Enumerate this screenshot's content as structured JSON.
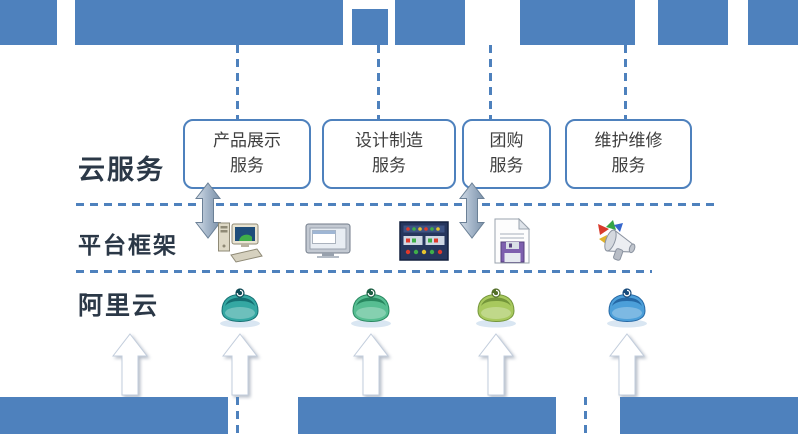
{
  "colors": {
    "brand_blue": "#4E81BD",
    "label_text": "#2B3847",
    "box_text": "#3F3F3F",
    "arrow_gray": "#9FB0C4"
  },
  "layers": {
    "cloud_services": {
      "label": "云服务"
    },
    "platform_framework": {
      "label": "平台框架"
    },
    "alicloud": {
      "label": "阿里云"
    }
  },
  "service_boxes": [
    {
      "name": "product-display-service",
      "line1": "产品展示",
      "line2": "服务"
    },
    {
      "name": "design-manufacturing-service",
      "line1": "设计制造",
      "line2": "服务"
    },
    {
      "name": "group-buying-service",
      "line1": "团购",
      "line2": "服务"
    },
    {
      "name": "maintenance-repair-service",
      "line1": "维护维修",
      "line2": "服务"
    }
  ],
  "platform_icons": [
    {
      "name": "workstation-computer-icon"
    },
    {
      "name": "monitor-window-icon"
    },
    {
      "name": "control-panel-icon"
    },
    {
      "name": "document-floppy-disk-icon"
    },
    {
      "name": "megaphone-icon"
    }
  ],
  "alicloud_nodes": [
    {
      "name": "cloud-node-teal-icon",
      "color": "#35A8A3"
    },
    {
      "name": "cloud-node-green-icon",
      "color": "#57BE92"
    },
    {
      "name": "cloud-node-lime-icon",
      "color": "#A8C95E"
    },
    {
      "name": "cloud-node-blue-icon",
      "color": "#4C9FD9"
    }
  ]
}
